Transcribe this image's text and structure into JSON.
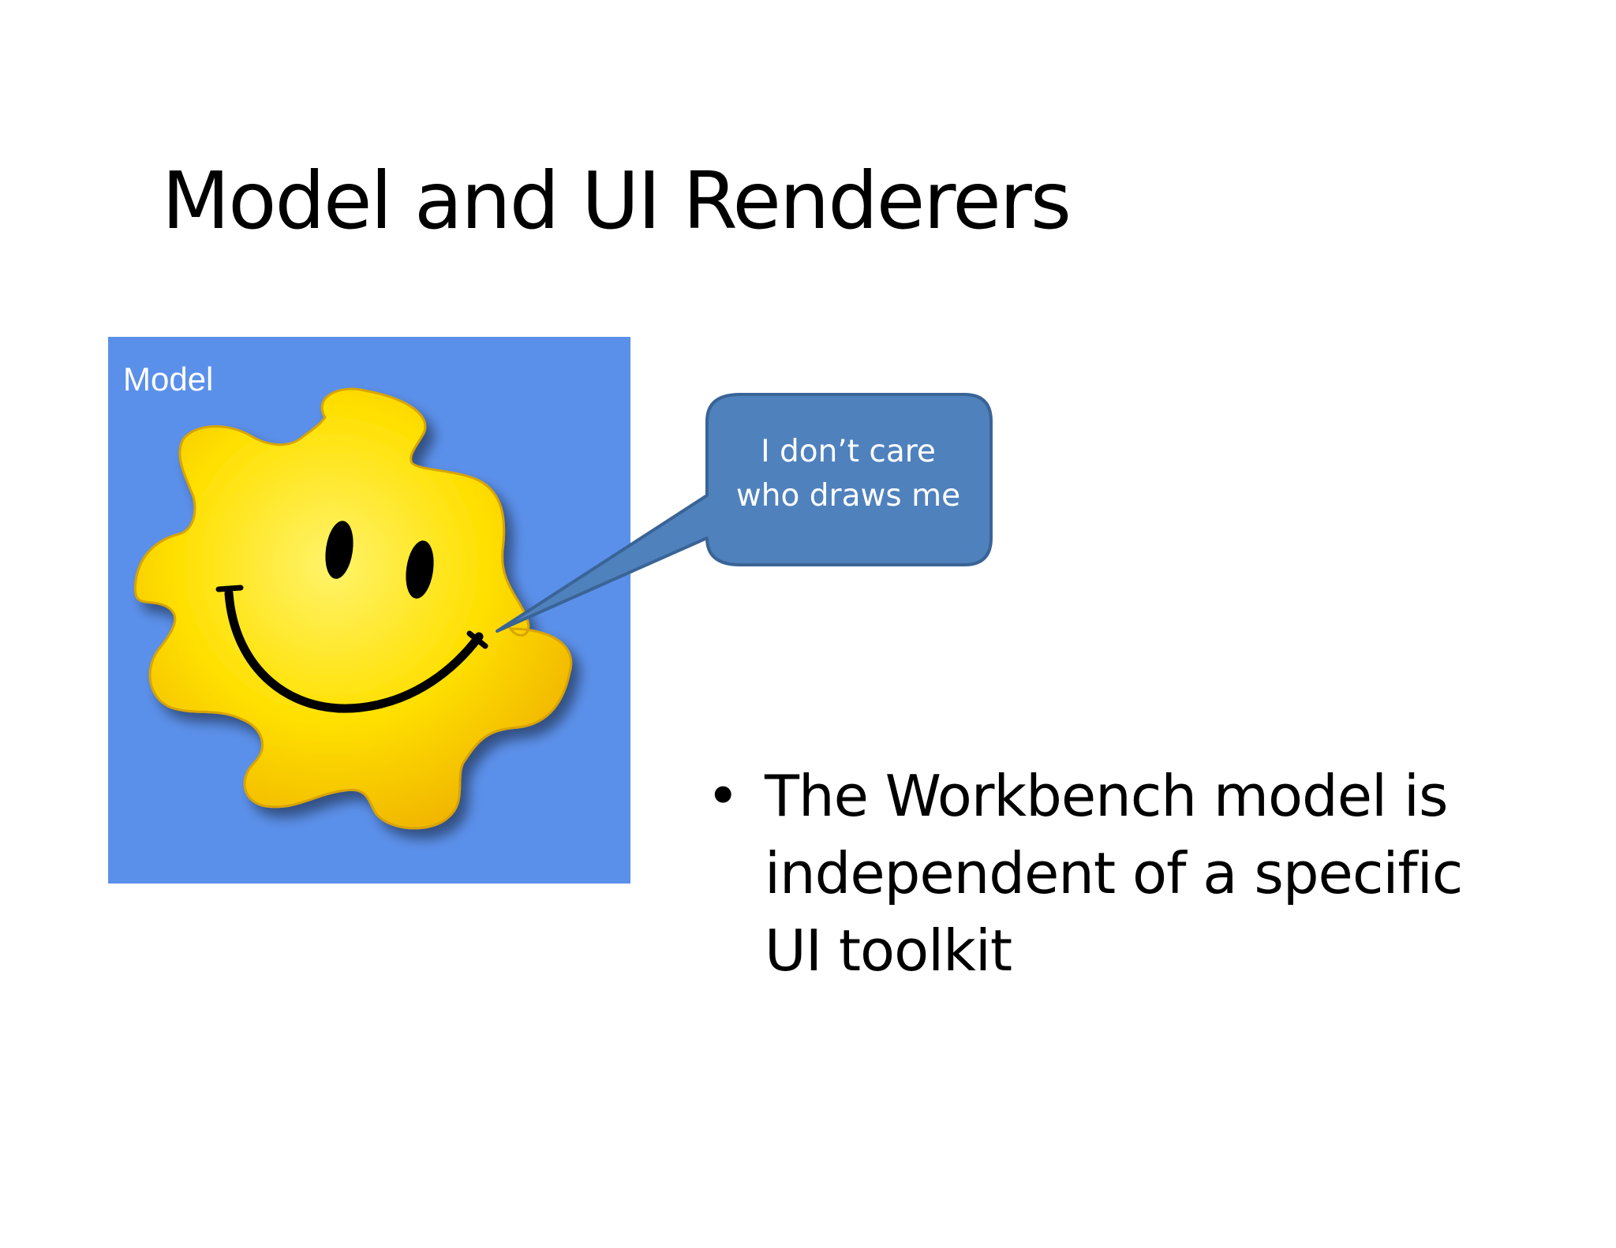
{
  "slide": {
    "title": "Model and UI Renderers",
    "model_label": "Model",
    "callout": {
      "line1": "I don’t care",
      "line2": "who draws me"
    },
    "bullets": [
      {
        "marker": "•",
        "lines": [
          "The Workbench model is",
          "independent of a specific",
          "UI toolkit"
        ]
      }
    ]
  },
  "colors": {
    "model_box": "#5b90ea",
    "puzzle_piece": "#ffde00",
    "callout_fill": "#4f81bd",
    "callout_stroke": "#3a6496"
  },
  "icons": [
    "smiley-puzzle-piece-icon"
  ]
}
